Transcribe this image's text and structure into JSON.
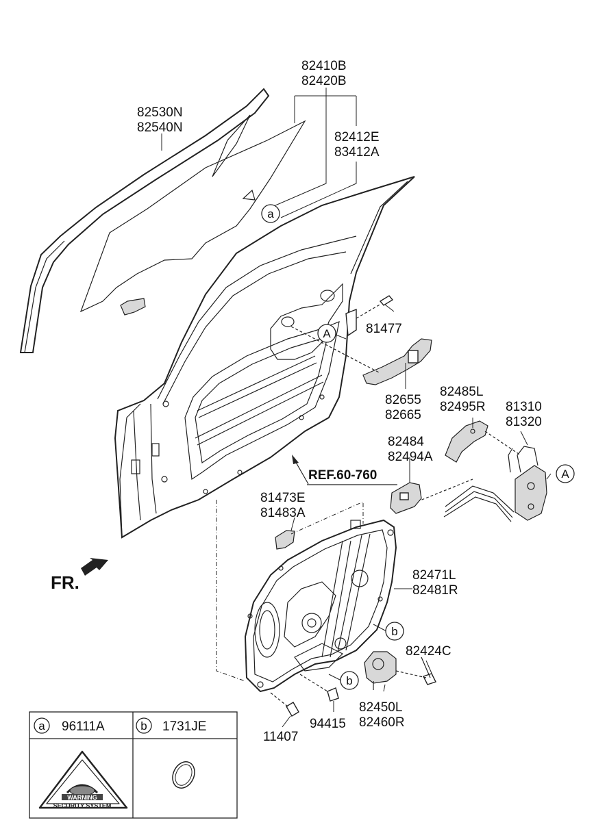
{
  "labels": {
    "glass_a": "82410B",
    "glass_b": "82420B",
    "run_a": "82530N",
    "run_b": "82540N",
    "glass_part_a": "82412E",
    "glass_part_b": "83412A",
    "bolt_81477": "81477",
    "handle_a": "82655",
    "handle_b": "82665",
    "rod_a": "82485L",
    "rod_b": "82495R",
    "latch_a": "81310",
    "latch_b": "81320",
    "bracket_a": "82484",
    "bracket_b": "82494A",
    "clip_a": "81473E",
    "clip_b": "81483A",
    "module_a": "82471L",
    "module_b": "82481R",
    "screw_82424c": "82424C",
    "motor_a": "82450L",
    "motor_b": "82460R",
    "bolt_94415": "94415",
    "bolt_11407": "11407",
    "ref": "REF.60-760",
    "front": "FR."
  },
  "callouts": {
    "a": "a",
    "b": "b",
    "A": "A"
  },
  "legend": {
    "a_letter": "a",
    "a_code": "96111A",
    "b_letter": "b",
    "b_code": "1731JE",
    "badge_line1": "WARNING",
    "badge_line2": "SECURITY SYSTEM"
  }
}
